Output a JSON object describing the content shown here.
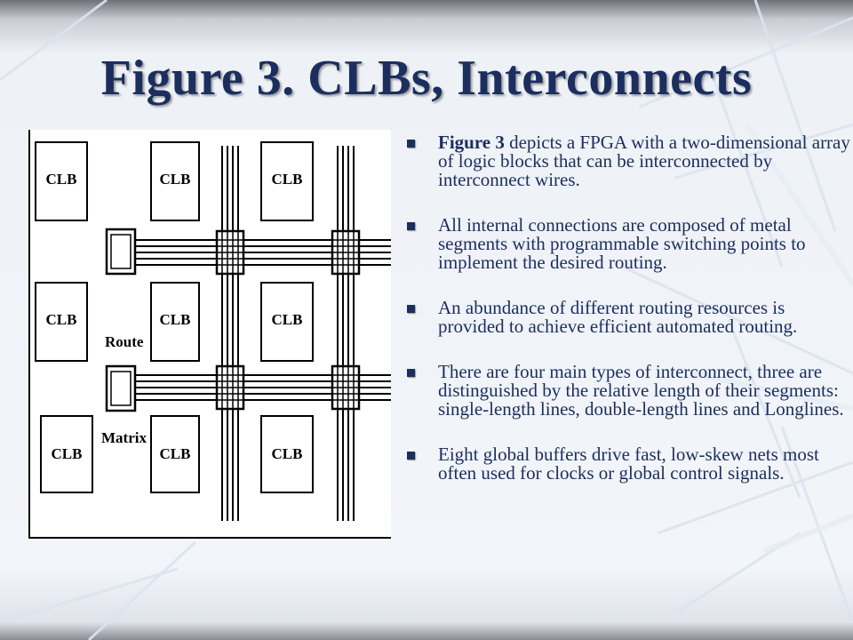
{
  "slide": {
    "title": "Figure 3. CLBs, Interconnects"
  },
  "figure": {
    "clb_label": "CLB",
    "route_label": "Route",
    "matrix_label": "Matrix"
  },
  "bullets": [
    {
      "lead": "Figure 3",
      "text": " depicts a FPGA with a two-dimensional array of logic blocks that can be interconnected by interconnect wires."
    },
    {
      "lead": "",
      "text": "All internal connections are composed of metal segments with programmable switching points to implement the desired routing."
    },
    {
      "lead": "",
      "text": "An abundance of different routing resources is provided to achieve efficient automated routing."
    },
    {
      "lead": "",
      "text": "There are four main types of interconnect, three are distinguished by the relative length of their segments: single-length lines, double-length lines and Longlines."
    },
    {
      "lead": "",
      "text": "Eight global buffers drive fast, low-skew nets most often used for clocks or global control signals."
    }
  ],
  "colors": {
    "title": "#1b2e5e",
    "text": "#1b2e5e"
  }
}
